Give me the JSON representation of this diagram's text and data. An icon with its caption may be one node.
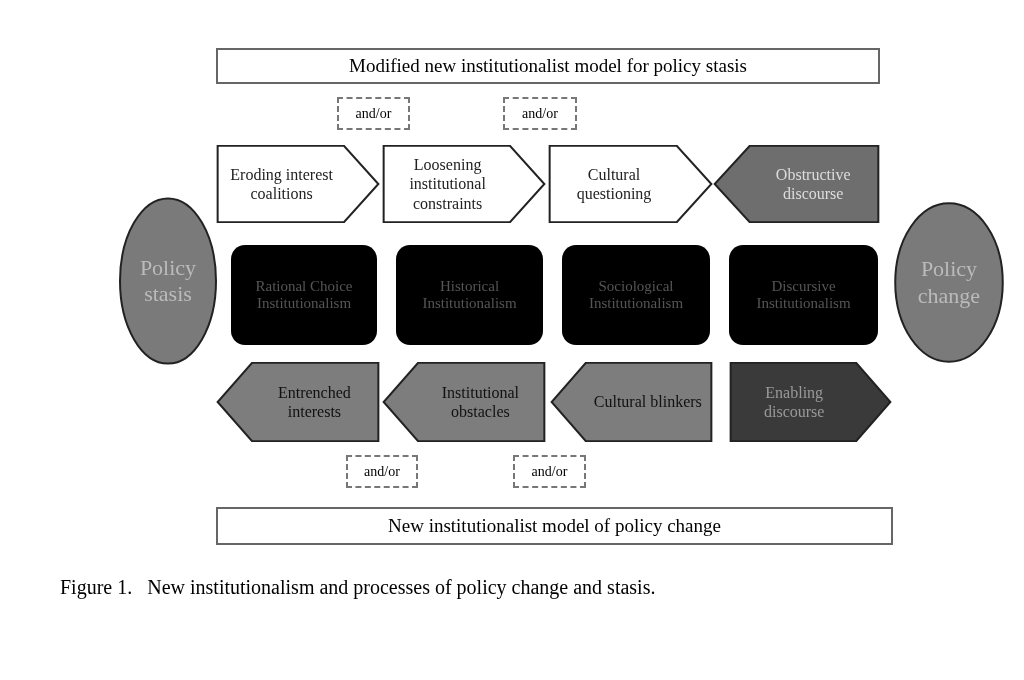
{
  "diagram": {
    "caption": "Figure 1.   New institutionalism and processes of policy change and stasis.",
    "nodes": [
      {
        "text": [
          "Modified new institutionalist model for policy stasis"
        ]
      },
      {
        "text": [
          "and/or"
        ]
      },
      {
        "text": [
          "and/or"
        ]
      },
      {
        "text": [
          "Eroding interest coalitions"
        ]
      },
      {
        "text": [
          "Loosening institutional constraints"
        ]
      },
      {
        "text": [
          "Cultural questioning"
        ]
      },
      {
        "text": [
          "Obstructive discourse"
        ]
      },
      {
        "text": [
          "Policy stasis"
        ]
      },
      {
        "text": [
          "Rational Choice Institutionalism"
        ]
      },
      {
        "text": [
          "Historical Institutionalism"
        ]
      },
      {
        "text": [
          "Sociological Institutionalism"
        ]
      },
      {
        "text": [
          "Discursive Institutionalism"
        ]
      },
      {
        "text": [
          "Policy change"
        ]
      },
      {
        "text": [
          "Entrenched interests"
        ]
      },
      {
        "text": [
          "Institutional obstacles"
        ]
      },
      {
        "text": [
          "Cultural blinkers"
        ]
      },
      {
        "text": [
          "Enabling discourse"
        ]
      },
      {
        "text": [
          "and/or"
        ]
      },
      {
        "text": [
          "and/or"
        ]
      },
      {
        "text": [
          "New institutionalist model of policy change"
        ]
      }
    ],
    "edges": []
  }
}
